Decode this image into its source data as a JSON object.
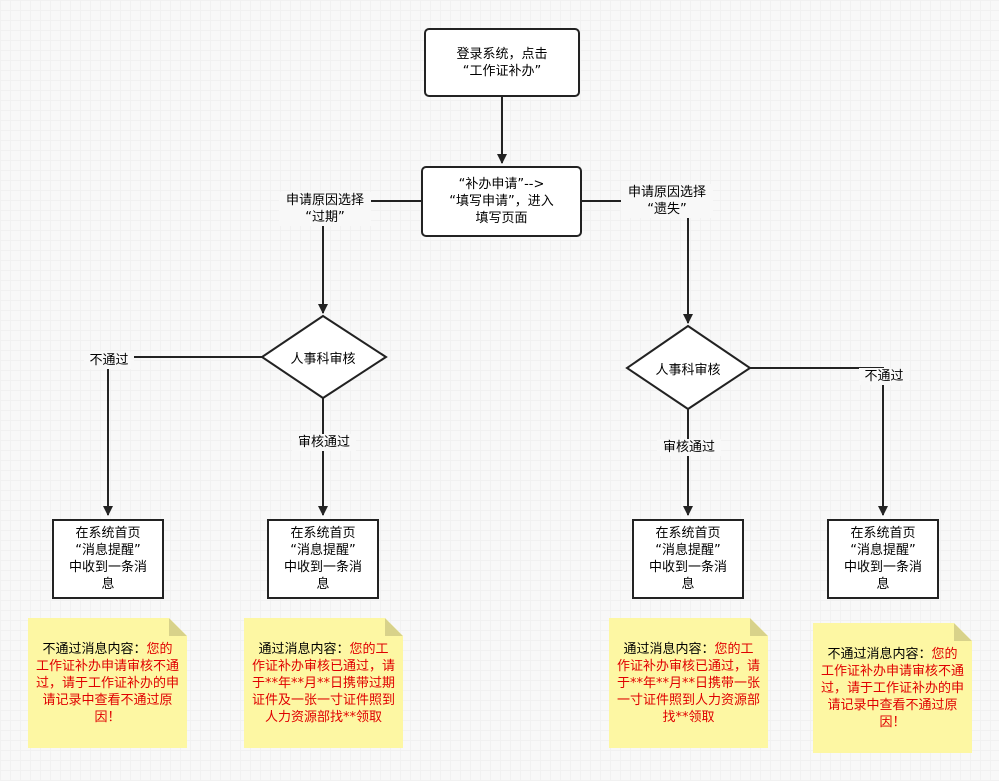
{
  "nodes": {
    "start": "登录系统，点击\n“工作证补办”",
    "apply": "“补办申请”-->\n“填写申请”，进入\n填写页面",
    "review_left": "人事科审核",
    "review_right": "人事科审核",
    "msg1": "在系统首页\n“消息提醒”\n中收到一条消\n息",
    "msg2": "在系统首页\n“消息提醒”\n中收到一条消\n息",
    "msg3": "在系统首页\n“消息提醒”\n中收到一条消\n息",
    "msg4": "在系统首页\n“消息提醒”\n中收到一条消\n息"
  },
  "edge_labels": {
    "reason_expired": "申请原因选择\n“过期”",
    "reason_lost": "申请原因选择\n“遗失”",
    "reject_left": "不通过",
    "approve_left": "审核通过",
    "approve_right": "审核通过",
    "reject_right": "不通过"
  },
  "notes": [
    {
      "label": "不通过消息内容：",
      "text": "您的工作证补办申请审核不通过，请于工作证补办的申请记录中查看不通过原因！"
    },
    {
      "label": "通过消息内容：",
      "text": "您的工作证补办审核已通过，请于**年**月**日携带过期证件及一张一寸证件照到人力资源部找**领取"
    },
    {
      "label": "通过消息内容：",
      "text": "您的工作证补办审核已通过，请于**年**月**日携带一张一寸证件照到人力资源部找**领取"
    },
    {
      "label": "不通过消息内容：",
      "text": "您的工作证补办申请审核不通过，请于工作证补办的申请记录中查看不通过原因！"
    }
  ],
  "colors": {
    "line": "#222222",
    "note_bg": "#fdf7a3",
    "note_text": "#e00000"
  }
}
